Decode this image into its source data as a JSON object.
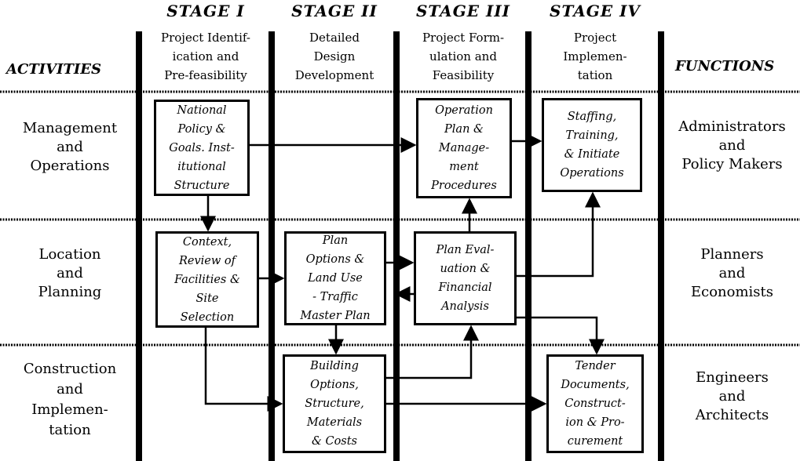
{
  "stages": [
    {
      "title": "STAGE I",
      "subtitle": "Project Identif-\nication and\nPre-feasibility"
    },
    {
      "title": "STAGE II",
      "subtitle": "Detailed\nDesign\nDevelopment"
    },
    {
      "title": "STAGE III",
      "subtitle": "Project Form-\nulation and\nFeasibility"
    },
    {
      "title": "STAGE IV",
      "subtitle": "Project\nImplemen-\ntation"
    }
  ],
  "activities_header": "ACTIVITIES",
  "functions_header": "FUNCTIONS",
  "activities": [
    "Management\nand\nOperations",
    "Location\nand\nPlanning",
    "Construction\nand\nImplemen-\ntation"
  ],
  "functions": [
    "Administrators\nand\nPolicy Makers",
    "Planners\nand\nEconomists",
    "Engineers\nand\nArchitects"
  ],
  "boxes": {
    "national_policy": "National\nPolicy &\nGoals. Inst-\nitutional\nStructure",
    "operation_plan": "Operation\nPlan &\nManage-\nment\nProcedures",
    "staffing": "Staffing,\nTraining,\n& Initiate\nOperations",
    "context": "Context,\nReview of\nFacilities &\nSite\nSelection",
    "plan_options": "Plan\nOptions &\nLand Use\n- Traffic\nMaster Plan",
    "plan_evaluation": "Plan Eval-\nuation &\nFinancial\nAnalysis",
    "building_options": "Building\nOptions,\nStructure,\nMaterials\n& Costs",
    "tender": "Tender\nDocuments,\nConstruct-\nion & Pro-\ncurement"
  }
}
